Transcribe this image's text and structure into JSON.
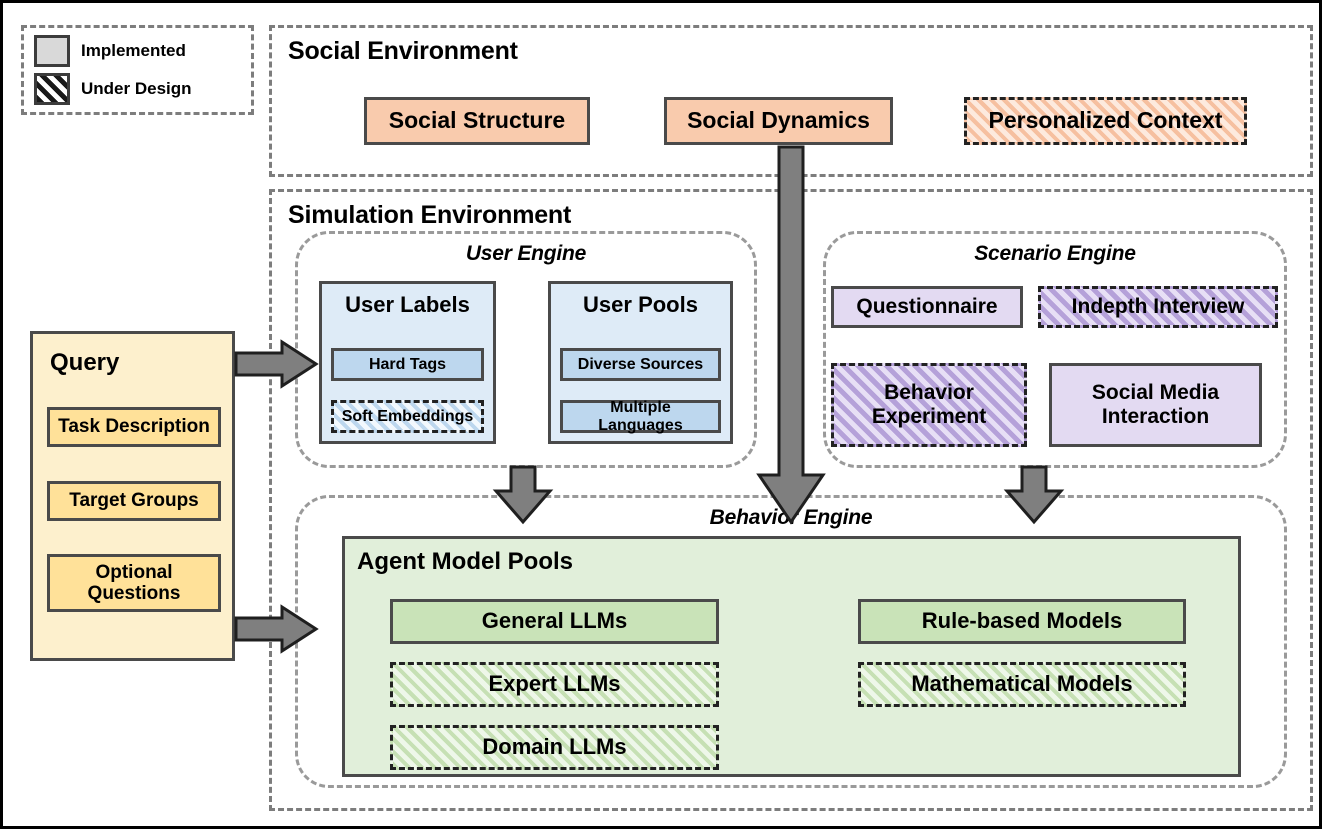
{
  "legend": {
    "name": "legend",
    "items": [
      {
        "label": "Implemented",
        "swatch": "solid-gray-swatch"
      },
      {
        "label": "Under Design",
        "swatch": "hatched-swatch"
      }
    ]
  },
  "social_environment": {
    "title": "Social Environment",
    "boxes": [
      {
        "label": "Social Structure",
        "status": "Implemented"
      },
      {
        "label": "Social Dynamics",
        "status": "Implemented"
      },
      {
        "label": "Personalized Context",
        "status": "Under Design"
      }
    ]
  },
  "simulation_environment": {
    "title": "Simulation Environment",
    "user_engine": {
      "title": "User Engine",
      "groups": [
        {
          "title": "User Labels",
          "items": [
            {
              "label": "Hard Tags",
              "status": "Implemented"
            },
            {
              "label": "Soft Embeddings",
              "status": "Under Design"
            }
          ]
        },
        {
          "title": "User Pools",
          "items": [
            {
              "label": "Diverse Sources",
              "status": "Implemented"
            },
            {
              "label": "Multiple Languages",
              "status": "Implemented"
            }
          ]
        }
      ]
    },
    "scenario_engine": {
      "title": "Scenario Engine",
      "items": [
        {
          "label": "Questionnaire",
          "status": "Implemented"
        },
        {
          "label": "Indepth Interview",
          "status": "Under Design"
        },
        {
          "label": "Behavior Experiment",
          "status": "Under Design"
        },
        {
          "label": "Social Media Interaction",
          "status": "Implemented"
        }
      ]
    },
    "behavior_engine": {
      "title": "Behavior Engine",
      "pool_title": "Agent Model Pools",
      "left_items": [
        {
          "label": "General LLMs",
          "status": "Implemented"
        },
        {
          "label": "Expert LLMs",
          "status": "Under Design"
        },
        {
          "label": "Domain LLMs",
          "status": "Under Design"
        }
      ],
      "right_items": [
        {
          "label": "Rule-based Models",
          "status": "Implemented"
        },
        {
          "label": "Mathematical Models",
          "status": "Under Design"
        }
      ]
    }
  },
  "query": {
    "title": "Query",
    "items": [
      {
        "label": "Task Description"
      },
      {
        "label": "Target Groups"
      },
      {
        "label": "Optional Questions"
      }
    ]
  },
  "colors": {
    "social": "#f9cbad",
    "user": "#bdd7ee",
    "user_panel": "#deebf7",
    "scenario": "#e3daf2",
    "scenario_hatch": "#b5a1d9",
    "behavior_panel": "#e1efda",
    "behavior": "#c9e3b8",
    "query_panel": "#fdf0cd",
    "query": "#ffe199",
    "arrow": "#7f7f7f",
    "frame": "#7d7d7d"
  }
}
